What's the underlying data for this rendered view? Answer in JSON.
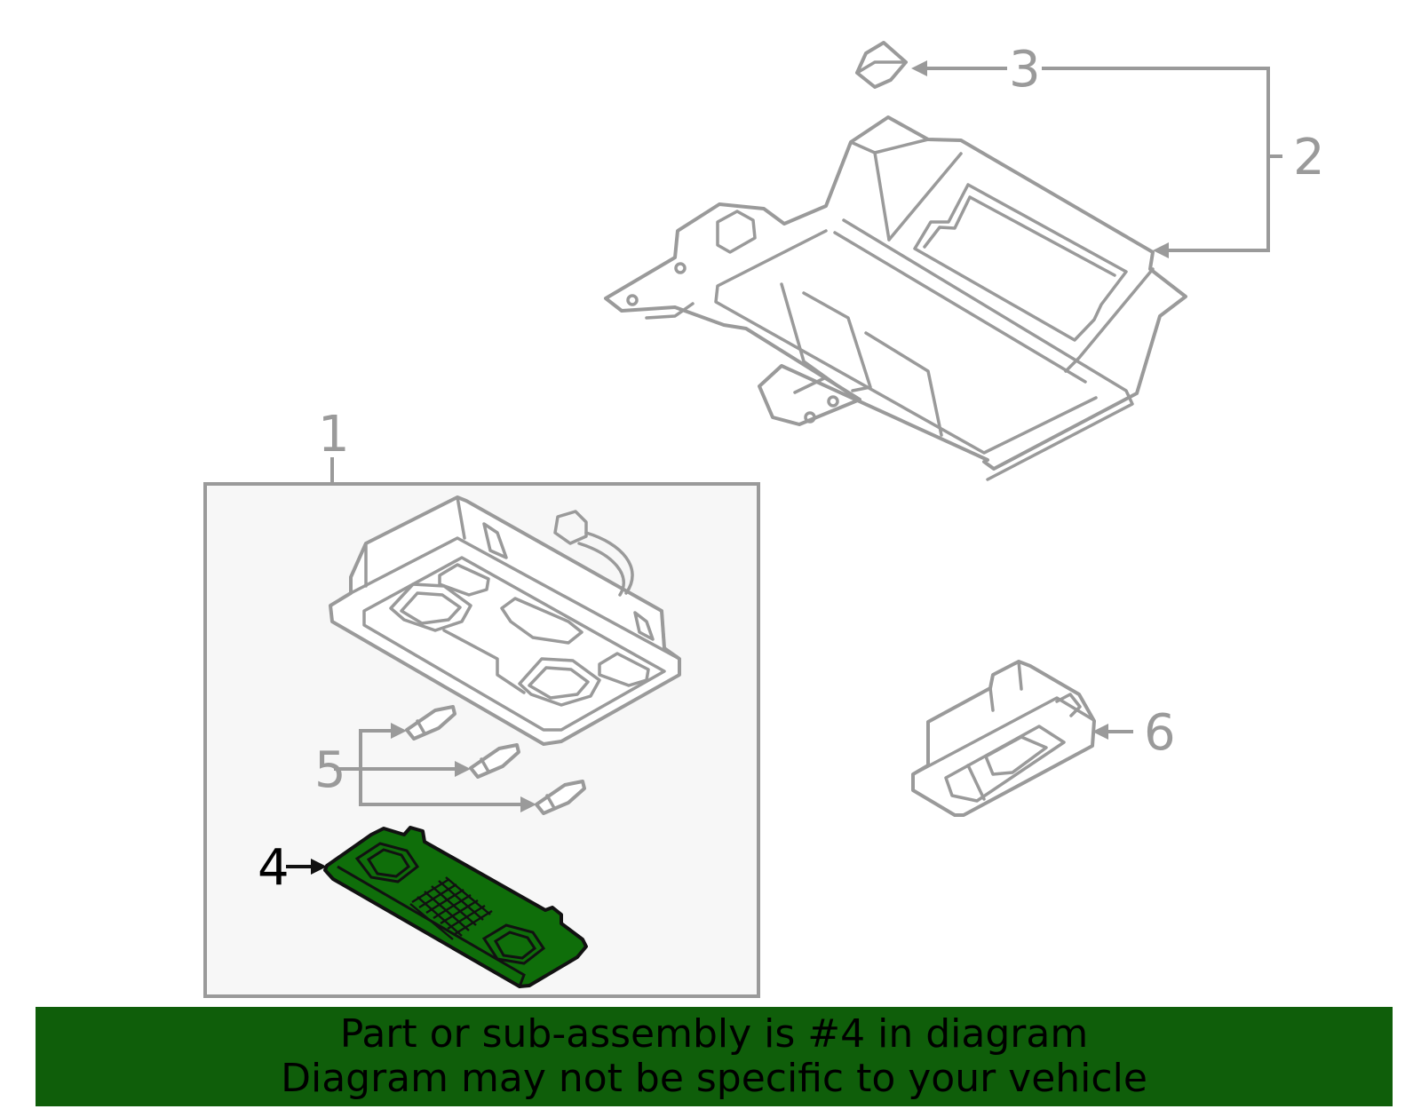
{
  "callouts": {
    "c1": "1",
    "c2": "2",
    "c3": "3",
    "c4": "4",
    "c5": "5",
    "c6": "6"
  },
  "footer": {
    "line1": "Part or sub-assembly is #4 in diagram",
    "line2": "Diagram may not be specific to your vehicle"
  },
  "colors": {
    "highlight_fill": "#0f6e0a",
    "banner": "#0f5e0a",
    "line": "#9a9a9a"
  }
}
